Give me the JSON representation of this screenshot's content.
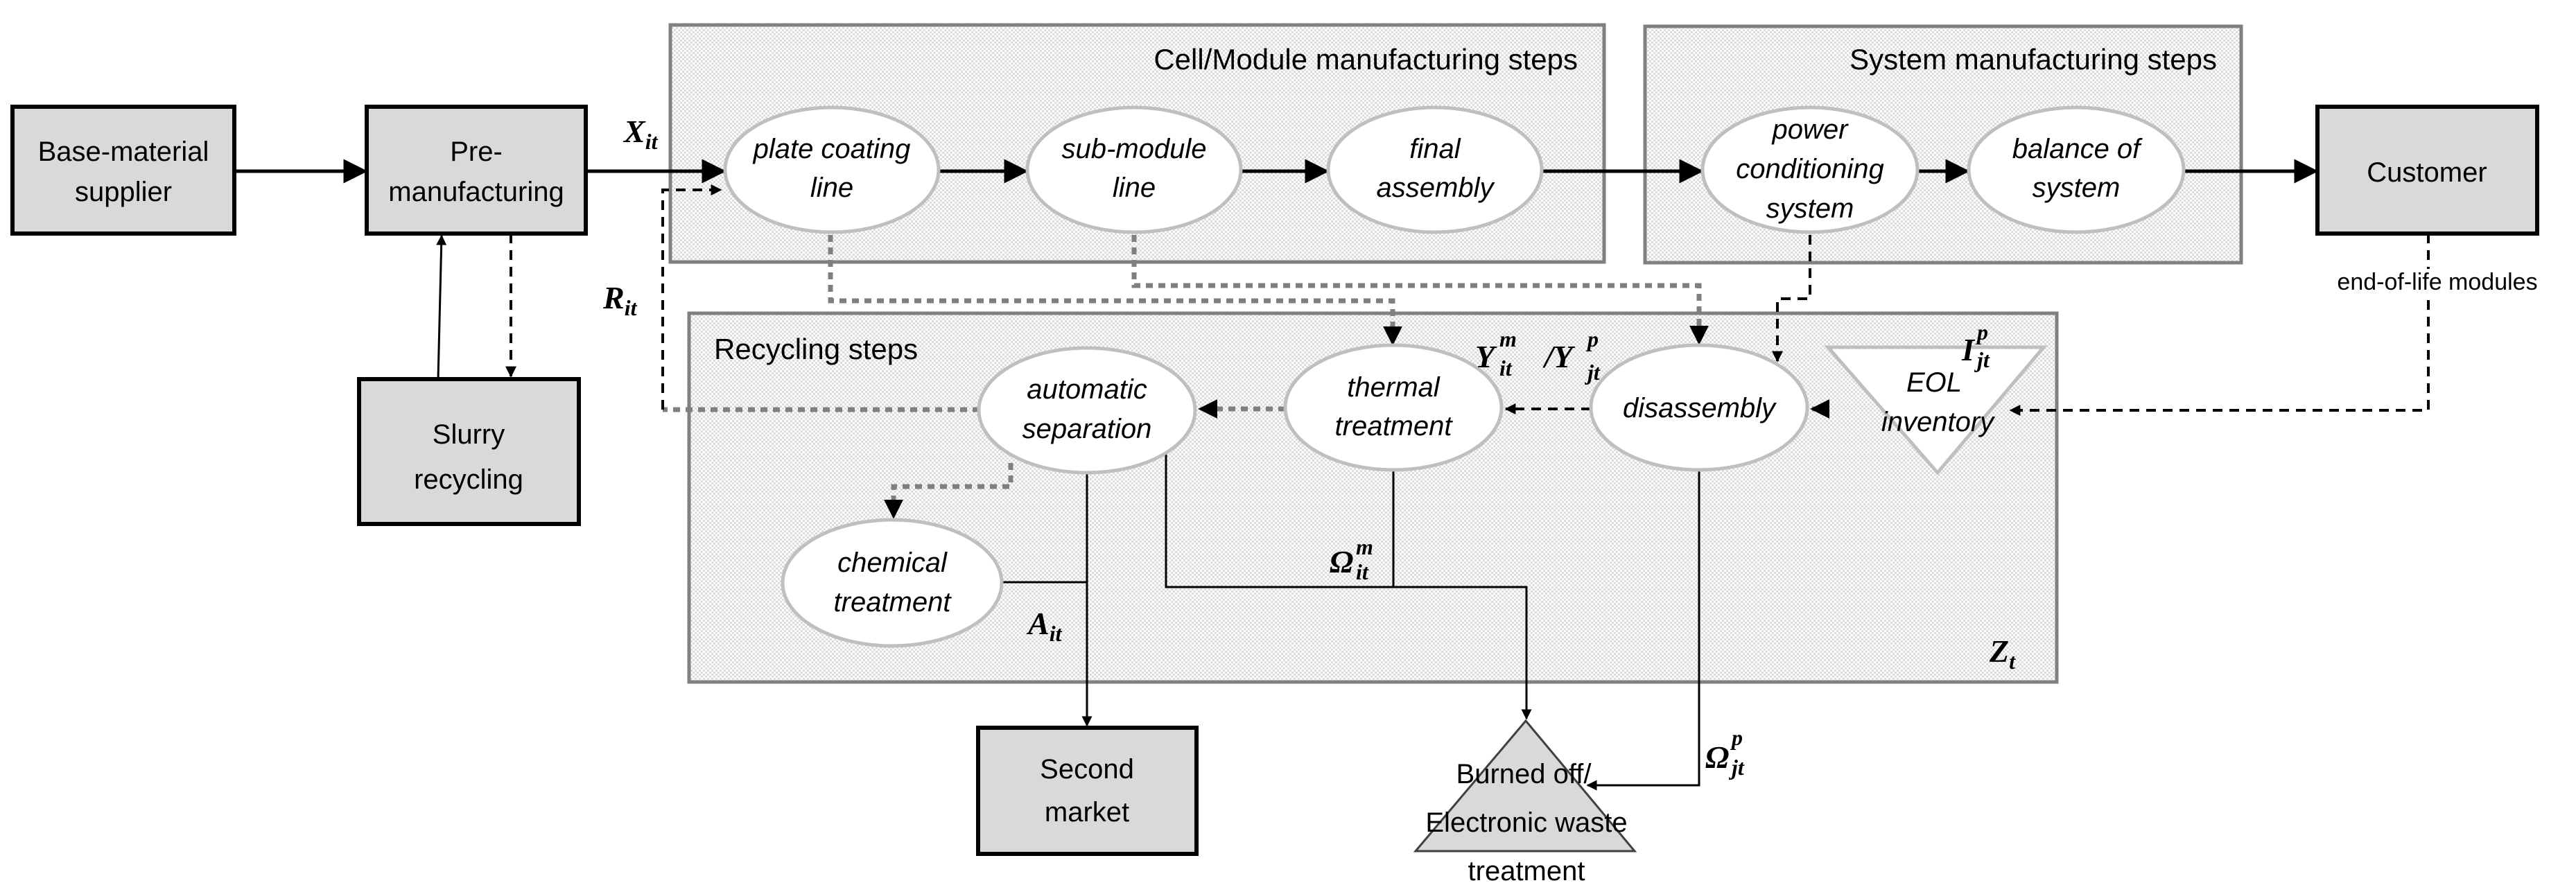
{
  "boxes": {
    "base_material": [
      "Base-material",
      "supplier"
    ],
    "pre_manufacturing": [
      "Pre-",
      "manufacturing"
    ],
    "slurry": [
      "Slurry",
      "recycling"
    ],
    "customer": [
      "Customer"
    ],
    "second_market": [
      "Second",
      "market"
    ],
    "waste": [
      "Burned off/",
      "Electronic waste",
      "treatment"
    ]
  },
  "groups": {
    "cell_module": "Cell/Module manufacturing steps",
    "system": "System manufacturing steps",
    "recycling": "Recycling steps"
  },
  "nodes": {
    "plate_coating": [
      "plate coating",
      "line"
    ],
    "sub_module": [
      "sub-module",
      "line"
    ],
    "final_assembly": [
      "final",
      "assembly"
    ],
    "power_conditioning": [
      "power",
      "conditioning",
      "system"
    ],
    "balance_of_system": [
      "balance of",
      "system"
    ],
    "automatic_separation": [
      "automatic",
      "separation"
    ],
    "thermal_treatment": [
      "thermal",
      "treatment"
    ],
    "disassembly": [
      "disassembly"
    ],
    "chemical_treatment": [
      "chemical",
      "treatment"
    ],
    "eol_inventory": [
      "EOL",
      "inventory"
    ]
  },
  "notes": {
    "end_of_life": "end-of-life modules"
  },
  "variables": {
    "x": {
      "base": "X",
      "sub": "it",
      "sup": ""
    },
    "r": {
      "base": "R",
      "sub": "it",
      "sup": ""
    },
    "y_m": {
      "base": "Y",
      "sub": "it",
      "sup": "m"
    },
    "y_p": {
      "base": "/Y",
      "sub": "jt",
      "sup": "p"
    },
    "i_p": {
      "base": "I",
      "sub": "jt",
      "sup": "p"
    },
    "omega_m": {
      "base": "Ω",
      "sub": "it",
      "sup": "m"
    },
    "omega_p": {
      "base": "Ω",
      "sub": "jt",
      "sup": "p"
    },
    "a": {
      "base": "A",
      "sub": "it",
      "sup": ""
    },
    "z": {
      "base": "Z",
      "sub": "t",
      "sup": ""
    }
  }
}
